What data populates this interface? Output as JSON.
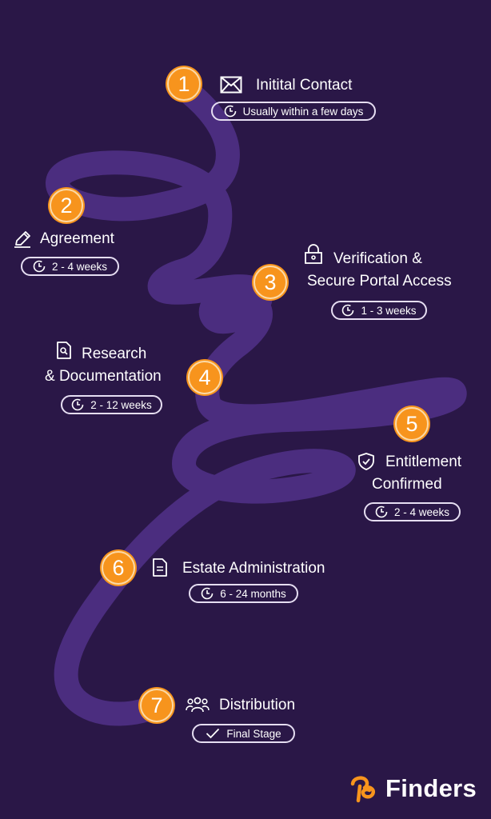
{
  "steps": [
    {
      "number": "1",
      "title": "Initital Contact",
      "duration": "Usually within a few days",
      "icon": "envelope-icon"
    },
    {
      "number": "2",
      "title": "Agreement",
      "duration": "2 - 4 weeks",
      "icon": "pencil-icon"
    },
    {
      "number": "3",
      "title_line1": "Verification &",
      "title_line2": "Secure Portal Access",
      "duration": "1 - 3 weeks",
      "icon": "lock-icon"
    },
    {
      "number": "4",
      "title_line1": "Research",
      "title_line2": "& Documentation",
      "duration": "2 - 12 weeks",
      "icon": "document-search-icon"
    },
    {
      "number": "5",
      "title_line1": "Entitlement",
      "title_line2": "Confirmed",
      "duration": "2 - 4 weeks",
      "icon": "shield-check-icon"
    },
    {
      "number": "6",
      "title": "Estate Administration",
      "duration": "6 - 24 months",
      "icon": "document-icon"
    },
    {
      "number": "7",
      "title": "Distribution",
      "duration": "Final Stage",
      "icon": "people-icon"
    }
  ],
  "brand": {
    "name": "Finders",
    "icon": "finders-logo-icon"
  },
  "colors": {
    "background": "#2a1747",
    "ribbon": "#4b2d7f",
    "accent": "#f7941d",
    "text": "#ffffff"
  }
}
